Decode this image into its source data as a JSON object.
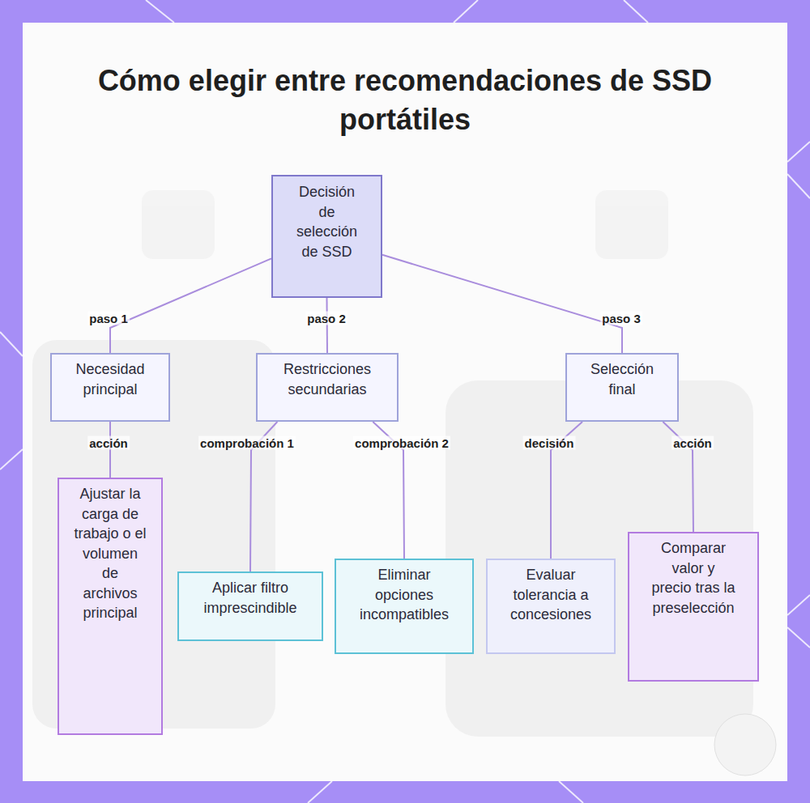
{
  "diagram": {
    "title": "Cómo elegir entre recomendaciones de SSD portátiles",
    "nodes": [
      {
        "text": [
          "Decisión de selección de SSD"
        ]
      },
      {
        "text": [
          "Necesidad principal"
        ]
      },
      {
        "text": [
          "Restricciones secundarias"
        ]
      },
      {
        "text": [
          "Selección final"
        ]
      },
      {
        "text": [
          "Ajustar la carga de trabajo o el volumen de archivos principal"
        ]
      },
      {
        "text": [
          "Aplicar filtro imprescindible"
        ]
      },
      {
        "text": [
          "Eliminar opciones incompatibles"
        ]
      },
      {
        "text": [
          "Evaluar tolerancia a concesiones"
        ]
      },
      {
        "text": [
          "Comparar valor y precio tras la preselección"
        ]
      }
    ],
    "edges": [
      {
        "from": 0,
        "to": 1,
        "label": "paso 1",
        "arrow": "none"
      },
      {
        "from": 0,
        "to": 2,
        "label": "paso 2",
        "arrow": "none"
      },
      {
        "from": 0,
        "to": 3,
        "label": "paso 3",
        "arrow": "none"
      },
      {
        "from": 1,
        "to": 4,
        "label": "acción",
        "arrow": "none"
      },
      {
        "from": 2,
        "to": 5,
        "label": "comprobación 1",
        "arrow": "none"
      },
      {
        "from": 2,
        "to": 6,
        "label": "comprobación 2",
        "arrow": "none"
      },
      {
        "from": 3,
        "to": 7,
        "label": "decisión",
        "arrow": "none"
      },
      {
        "from": 3,
        "to": 8,
        "label": "acción",
        "arrow": "none"
      }
    ]
  }
}
